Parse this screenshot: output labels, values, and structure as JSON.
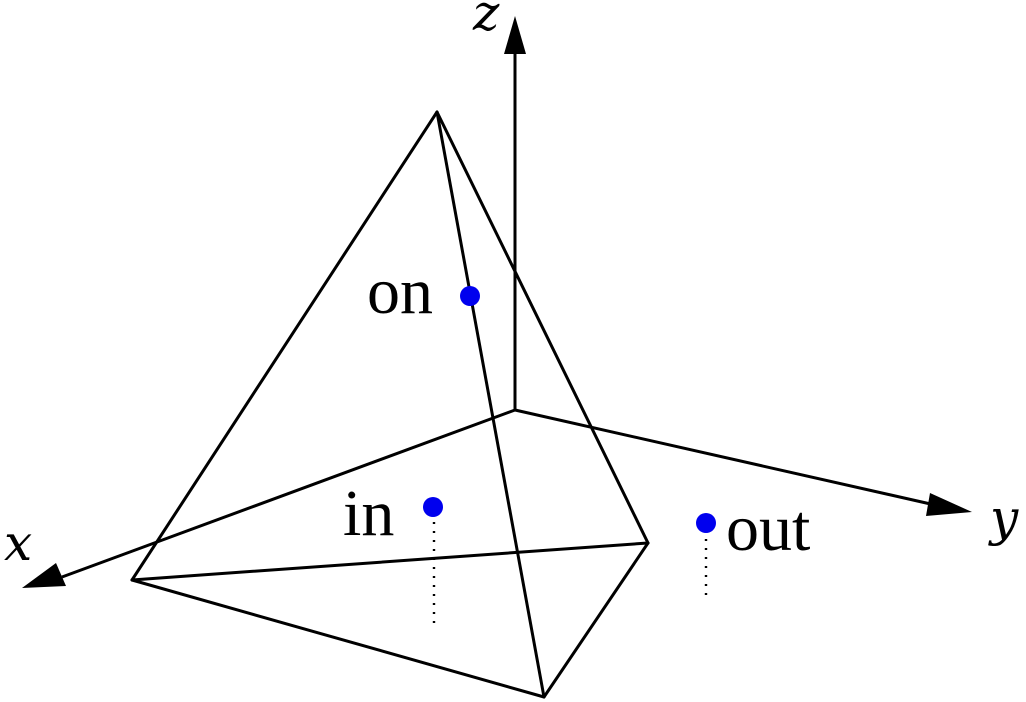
{
  "axes": {
    "x_label": "x",
    "y_label": "y",
    "z_label": "z"
  },
  "points": {
    "on_label": "on",
    "in_label": "in",
    "out_label": "out"
  },
  "colors": {
    "point": "#0000ee",
    "line": "#000000"
  }
}
